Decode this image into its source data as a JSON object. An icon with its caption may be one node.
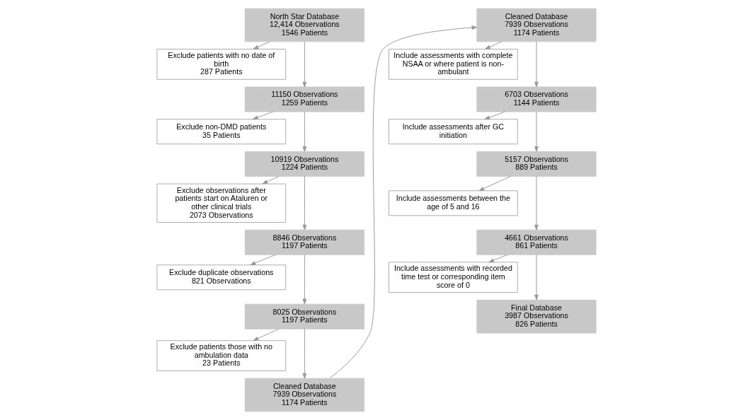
{
  "diagram": {
    "nodes": [
      {
        "text": [
          "North Star Database",
          "12,414 Observations",
          "1546 Patients"
        ]
      },
      {
        "text": [
          "Exclude patients with no date of birth",
          "287 Patients"
        ]
      },
      {
        "text": [
          "11150 Observations",
          "1259 Patients"
        ]
      },
      {
        "text": [
          "Exclude non-DMD patients",
          "35 Patients"
        ]
      },
      {
        "text": [
          "10919 Observations",
          "1224 Patients"
        ]
      },
      {
        "text": [
          "Exclude observations after patients start on Ataluren or other clinical trials",
          "2073 Observations"
        ]
      },
      {
        "text": [
          "8846 Observations",
          "1197 Patients"
        ]
      },
      {
        "text": [
          "Exclude duplicate observations",
          "821 Observations"
        ]
      },
      {
        "text": [
          "8025 Observations",
          "1197 Patients"
        ]
      },
      {
        "text": [
          "Exclude patients those with no ambulation data",
          "23 Patients"
        ]
      },
      {
        "text": [
          "Cleaned Database",
          "7939 Observations",
          "1174 Patients"
        ]
      },
      {
        "text": [
          "Cleaned Database",
          "7939 Observations",
          "1174 Patients"
        ]
      },
      {
        "text": [
          "Include assessments with complete NSAA or where patient is non-ambulant"
        ]
      },
      {
        "text": [
          "6703 Observations",
          "1144 Patients"
        ]
      },
      {
        "text": [
          "Include assessments after GC initiation"
        ]
      },
      {
        "text": [
          "5157 Observations",
          "889 Patients"
        ]
      },
      {
        "text": [
          "Include assessments between the age of 5 and 16"
        ]
      },
      {
        "text": [
          "4661 Observations",
          "861 Patients"
        ]
      },
      {
        "text": [
          "Include assessments with recorded time test or corresponding item score of 0"
        ]
      },
      {
        "text": [
          "Final Database",
          "3987 Observations",
          "826 Patients"
        ]
      }
    ],
    "edges": [
      {
        "from": 0,
        "to": 2,
        "arrow": "to"
      },
      {
        "from": 0,
        "to": 1,
        "arrow": "to"
      },
      {
        "from": 2,
        "to": 4,
        "arrow": "to"
      },
      {
        "from": 2,
        "to": 3,
        "arrow": "to"
      },
      {
        "from": 4,
        "to": 6,
        "arrow": "to"
      },
      {
        "from": 4,
        "to": 5,
        "arrow": "to"
      },
      {
        "from": 6,
        "to": 8,
        "arrow": "to"
      },
      {
        "from": 6,
        "to": 7,
        "arrow": "to"
      },
      {
        "from": 8,
        "to": 10,
        "arrow": "to"
      },
      {
        "from": 8,
        "to": 9,
        "arrow": "to"
      },
      {
        "from": 10,
        "to": 11,
        "arrow": "to"
      },
      {
        "from": 11,
        "to": 13,
        "arrow": "to"
      },
      {
        "from": 11,
        "to": 12,
        "arrow": "to"
      },
      {
        "from": 13,
        "to": 15,
        "arrow": "to"
      },
      {
        "from": 13,
        "to": 14,
        "arrow": "to"
      },
      {
        "from": 15,
        "to": 17,
        "arrow": "to"
      },
      {
        "from": 15,
        "to": 16,
        "arrow": "to"
      },
      {
        "from": 17,
        "to": 19,
        "arrow": "to"
      },
      {
        "from": 17,
        "to": 18,
        "arrow": "to"
      }
    ]
  }
}
